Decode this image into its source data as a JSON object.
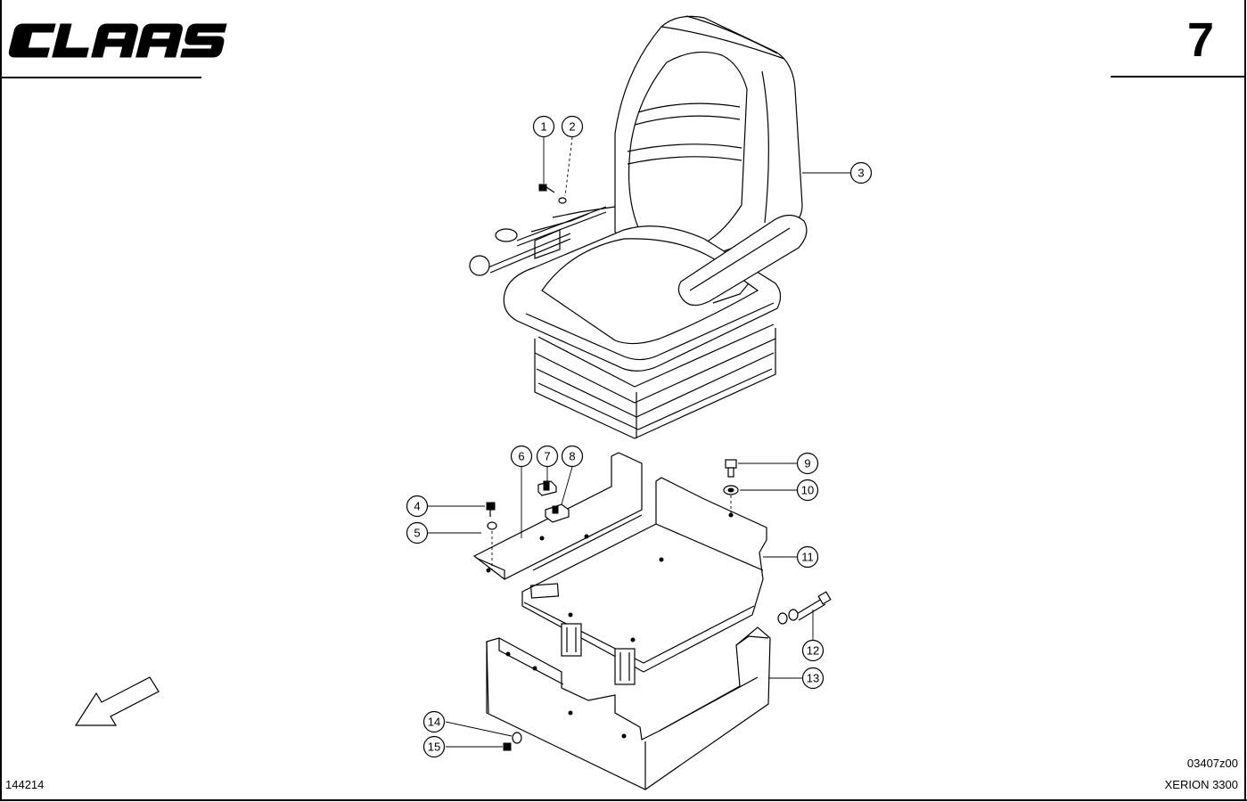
{
  "header": {
    "brand_text": "CLAAS",
    "page_number": "7"
  },
  "footer": {
    "ref_number": "144214",
    "drawing_code": "03407z00",
    "model": "XERION 3300"
  },
  "callouts": [
    {
      "id": "1",
      "label": "1"
    },
    {
      "id": "2",
      "label": "2"
    },
    {
      "id": "3",
      "label": "3"
    },
    {
      "id": "4",
      "label": "4"
    },
    {
      "id": "5",
      "label": "5"
    },
    {
      "id": "6",
      "label": "6"
    },
    {
      "id": "7",
      "label": "7"
    },
    {
      "id": "8",
      "label": "8"
    },
    {
      "id": "9",
      "label": "9"
    },
    {
      "id": "10",
      "label": "10"
    },
    {
      "id": "11",
      "label": "11"
    },
    {
      "id": "12",
      "label": "12"
    },
    {
      "id": "13",
      "label": "13"
    },
    {
      "id": "14",
      "label": "14"
    },
    {
      "id": "15",
      "label": "15"
    }
  ],
  "colors": {
    "line": "#000000",
    "background": "#ffffff"
  },
  "icons": {
    "orientation": "arrow-down-left-icon",
    "logo": "claas-logo"
  }
}
